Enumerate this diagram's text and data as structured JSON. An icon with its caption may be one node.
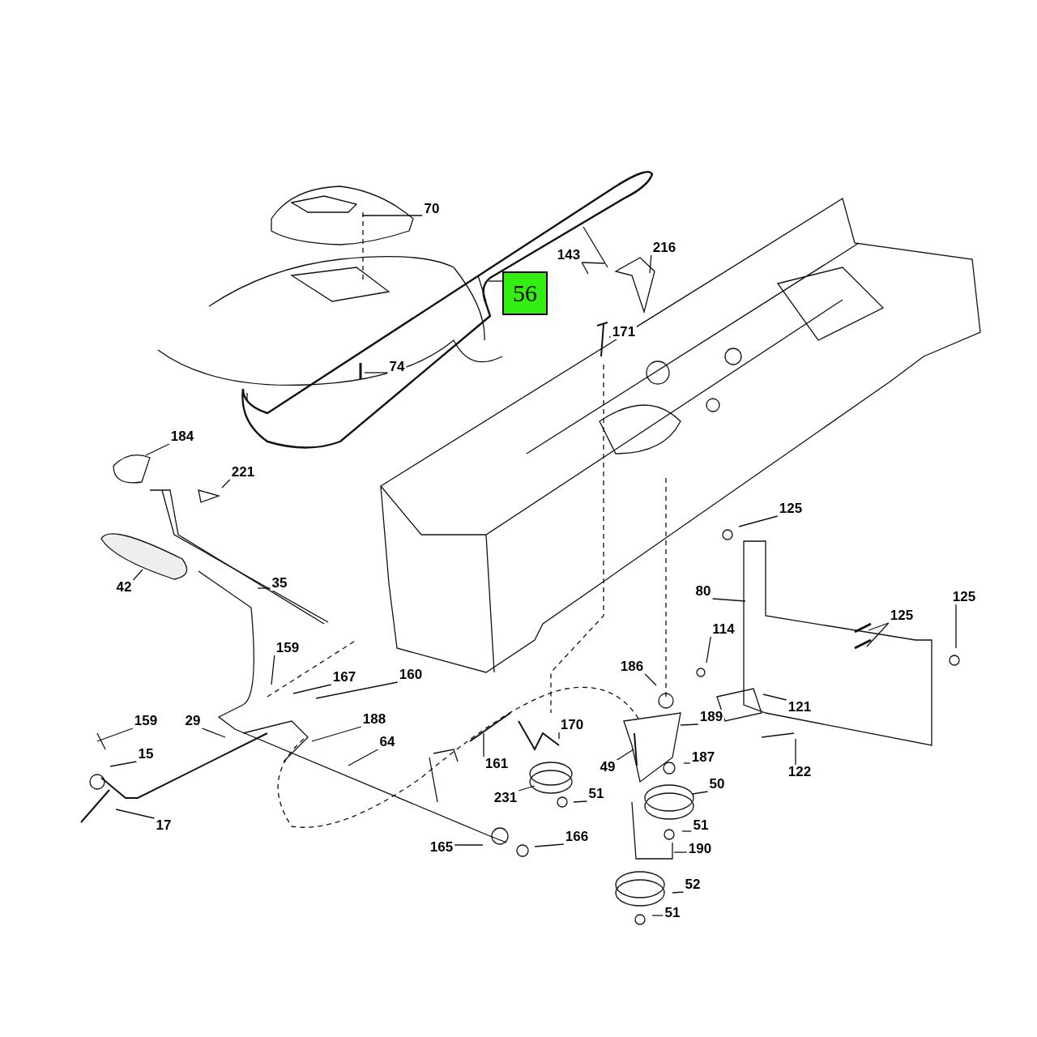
{
  "diagram": {
    "nodes": [
      {
        "text": [
          "70"
        ]
      },
      {
        "text": [
          "56"
        ]
      },
      {
        "text": [
          "143"
        ]
      },
      {
        "text": [
          "216"
        ]
      },
      {
        "text": [
          "171"
        ]
      },
      {
        "text": [
          "74"
        ]
      },
      {
        "text": [
          "184"
        ]
      },
      {
        "text": [
          "221"
        ]
      },
      {
        "text": [
          "42"
        ]
      },
      {
        "text": [
          "35"
        ]
      },
      {
        "text": [
          "125"
        ]
      },
      {
        "text": [
          "80"
        ]
      },
      {
        "text": [
          "125"
        ]
      },
      {
        "text": [
          "125"
        ]
      },
      {
        "text": [
          "114"
        ]
      },
      {
        "text": [
          "186"
        ]
      },
      {
        "text": [
          "189"
        ]
      },
      {
        "text": [
          "121"
        ]
      },
      {
        "text": [
          "122"
        ]
      },
      {
        "text": [
          "159"
        ]
      },
      {
        "text": [
          "167"
        ]
      },
      {
        "text": [
          "160"
        ]
      },
      {
        "text": [
          "159"
        ]
      },
      {
        "text": [
          "29"
        ]
      },
      {
        "text": [
          "188"
        ]
      },
      {
        "text": [
          "64"
        ]
      },
      {
        "text": [
          "161"
        ]
      },
      {
        "text": [
          "170"
        ]
      },
      {
        "text": [
          "15"
        ]
      },
      {
        "text": [
          "49"
        ]
      },
      {
        "text": [
          "187"
        ]
      },
      {
        "text": [
          "231"
        ]
      },
      {
        "text": [
          "51"
        ]
      },
      {
        "text": [
          "50"
        ]
      },
      {
        "text": [
          "17"
        ]
      },
      {
        "text": [
          "51"
        ]
      },
      {
        "text": [
          "190"
        ]
      },
      {
        "text": [
          "165"
        ]
      },
      {
        "text": [
          "166"
        ]
      },
      {
        "text": [
          "52"
        ]
      },
      {
        "text": [
          "51"
        ]
      }
    ],
    "edges": [
      {
        "from": 0,
        "to": null,
        "arrow": "none"
      },
      {
        "from": 1,
        "to": null,
        "arrow": "none"
      },
      {
        "from": 2,
        "to": null,
        "arrow": "none"
      },
      {
        "from": 2,
        "to": null,
        "arrow": "none"
      },
      {
        "from": 3,
        "to": null,
        "arrow": "none"
      },
      {
        "from": 4,
        "to": null,
        "arrow": "none"
      },
      {
        "from": 5,
        "to": null,
        "arrow": "none"
      },
      {
        "from": 6,
        "to": null,
        "arrow": "none"
      },
      {
        "from": 7,
        "to": null,
        "arrow": "none"
      },
      {
        "from": 8,
        "to": null,
        "arrow": "none"
      },
      {
        "from": 9,
        "to": null,
        "arrow": "none"
      },
      {
        "from": 10,
        "to": null,
        "arrow": "none"
      },
      {
        "from": 11,
        "to": null,
        "arrow": "none"
      },
      {
        "from": 12,
        "to": null,
        "arrow": "none"
      },
      {
        "from": 12,
        "to": null,
        "arrow": "none"
      },
      {
        "from": 13,
        "to": null,
        "arrow": "none"
      },
      {
        "from": 14,
        "to": null,
        "arrow": "none"
      },
      {
        "from": 15,
        "to": null,
        "arrow": "none"
      },
      {
        "from": 16,
        "to": null,
        "arrow": "none"
      },
      {
        "from": 17,
        "to": null,
        "arrow": "none"
      },
      {
        "from": 18,
        "to": null,
        "arrow": "none"
      },
      {
        "from": 19,
        "to": null,
        "arrow": "none"
      },
      {
        "from": 20,
        "to": null,
        "arrow": "none"
      },
      {
        "from": 21,
        "to": null,
        "arrow": "none"
      },
      {
        "from": 22,
        "to": null,
        "arrow": "none"
      },
      {
        "from": 23,
        "to": null,
        "arrow": "none"
      },
      {
        "from": 24,
        "to": null,
        "arrow": "none"
      },
      {
        "from": 25,
        "to": null,
        "arrow": "none"
      },
      {
        "from": 26,
        "to": null,
        "arrow": "none"
      },
      {
        "from": 27,
        "to": null,
        "arrow": "none"
      },
      {
        "from": 28,
        "to": null,
        "arrow": "none"
      },
      {
        "from": 29,
        "to": null,
        "arrow": "none"
      },
      {
        "from": 30,
        "to": null,
        "arrow": "none"
      },
      {
        "from": 31,
        "to": null,
        "arrow": "none"
      },
      {
        "from": 32,
        "to": null,
        "arrow": "none"
      },
      {
        "from": 33,
        "to": null,
        "arrow": "none"
      },
      {
        "from": 34,
        "to": null,
        "arrow": "none"
      },
      {
        "from": 35,
        "to": null,
        "arrow": "none"
      },
      {
        "from": 36,
        "to": null,
        "arrow": "none"
      },
      {
        "from": 37,
        "to": null,
        "arrow": "none"
      },
      {
        "from": 38,
        "to": null,
        "arrow": "none"
      },
      {
        "from": 39,
        "to": null,
        "arrow": "none"
      },
      {
        "from": 40,
        "to": null,
        "arrow": "none"
      }
    ]
  }
}
